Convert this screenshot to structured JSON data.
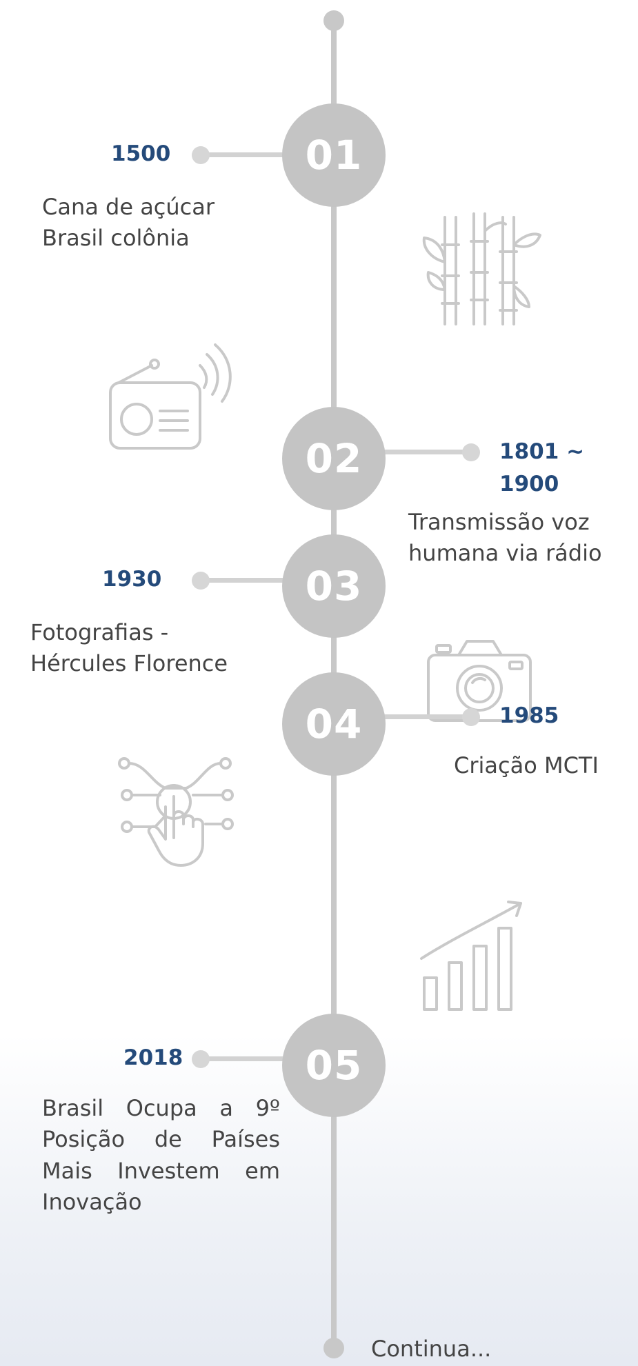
{
  "timeline": {
    "events": [
      {
        "number": "01",
        "year": "1500",
        "description": "Cana de açúcar\nBrasil colônia",
        "icon": "sugarcane-icon"
      },
      {
        "number": "02",
        "year": "1801 ~\n1900",
        "description": "Transmissão voz\nhumana via rádio",
        "icon": "radio-icon"
      },
      {
        "number": "03",
        "year": "1930",
        "description": "Fotografias -\nHércules Florence",
        "icon": "camera-icon"
      },
      {
        "number": "04",
        "year": "1985",
        "description": "Criação MCTI",
        "icon": "digital-touch-icon"
      },
      {
        "number": "05",
        "year": "2018",
        "description": "Brasil Ocupa a 9º Posição de Países Mais Investem em Inovação",
        "icon": "growth-chart-icon"
      }
    ],
    "continue_label": "Continua..."
  },
  "colors": {
    "year": "#244a7a",
    "text": "#444444",
    "line": "#c8c8c8",
    "circle": "#c4c4c4"
  }
}
